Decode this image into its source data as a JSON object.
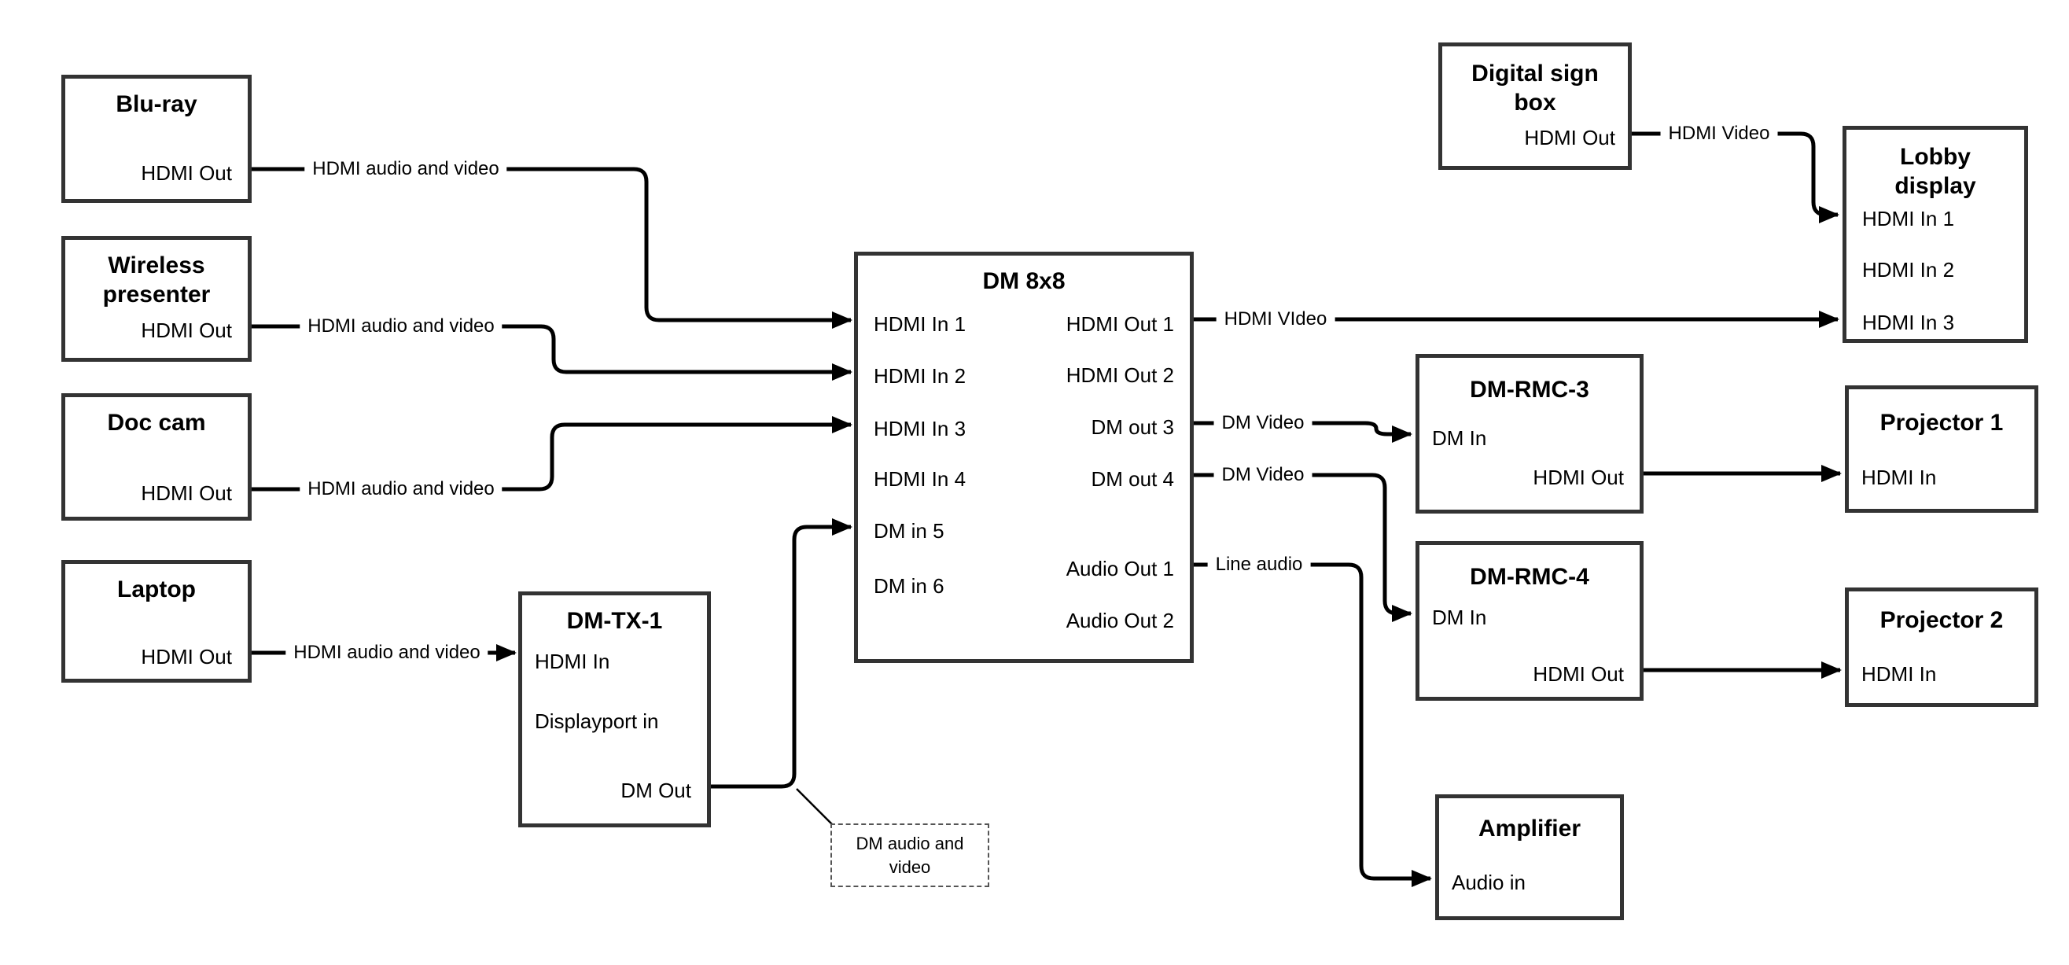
{
  "nodes": {
    "bluray": {
      "title": "Blu-ray",
      "ports": {
        "hdmi_out": "HDMI Out"
      }
    },
    "wireless_presenter": {
      "title": "Wireless presenter",
      "ports": {
        "hdmi_out": "HDMI Out"
      }
    },
    "doc_cam": {
      "title": "Doc cam",
      "ports": {
        "hdmi_out": "HDMI Out"
      }
    },
    "laptop": {
      "title": "Laptop",
      "ports": {
        "hdmi_out": "HDMI Out"
      }
    },
    "dm_tx_1": {
      "title": "DM-TX-1",
      "ports": {
        "hdmi_in": "HDMI In",
        "displayport_in": "Displayport in",
        "dm_out": "DM Out"
      }
    },
    "dm_8x8": {
      "title": "DM 8x8",
      "inputs": [
        "HDMI In 1",
        "HDMI In 2",
        "HDMI In 3",
        "HDMI In 4",
        "DM in 5",
        "DM in 6"
      ],
      "outputs": [
        "HDMI Out 1",
        "HDMI Out 2",
        "DM out 3",
        "DM out 4",
        "Audio Out 1",
        "Audio Out 2"
      ]
    },
    "digital_sign_box": {
      "title": "Digital sign box",
      "ports": {
        "hdmi_out": "HDMI Out"
      }
    },
    "lobby_display": {
      "title": "Lobby display",
      "ports": {
        "hdmi_in_1": "HDMI In 1",
        "hdmi_in_2": "HDMI In 2",
        "hdmi_in_3": "HDMI In 3"
      }
    },
    "dm_rmc_3": {
      "title": "DM-RMC-3",
      "ports": {
        "dm_in": "DM In",
        "hdmi_out": "HDMI Out"
      }
    },
    "projector_1": {
      "title": "Projector 1",
      "ports": {
        "hdmi_in": "HDMI In"
      }
    },
    "dm_rmc_4": {
      "title": "DM-RMC-4",
      "ports": {
        "dm_in": "DM In",
        "hdmi_out": "HDMI Out"
      }
    },
    "projector_2": {
      "title": "Projector 2",
      "ports": {
        "hdmi_in": "HDMI In"
      }
    },
    "amplifier": {
      "title": "Amplifier",
      "ports": {
        "audio_in": "Audio in"
      }
    }
  },
  "cable_labels": {
    "bluray_to_dm8x8": "HDMI audio and video",
    "wireless_to_dm8x8": "HDMI audio and video",
    "doccam_to_dm8x8": "HDMI audio and video",
    "laptop_to_dmtx1": "HDMI audio and video",
    "dm8x8_hdmi_out_1": "HDMI VIdeo",
    "dm8x8_dm_out_3": "DM Video",
    "dm8x8_dm_out_4": "DM Video",
    "dm8x8_audio_out_1": "Line audio",
    "digital_sign_to_lobby": "HDMI Video"
  },
  "note": {
    "text": "DM audio and video"
  },
  "colors": {
    "cable": "#000000",
    "box_border": "#333333",
    "background": "#ffffff"
  }
}
